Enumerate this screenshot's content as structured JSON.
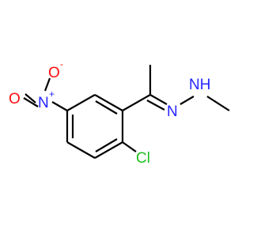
{
  "molecule": {
    "atoms": [
      {
        "id": "N_nitro",
        "symbol": "N",
        "charge": "+"
      },
      {
        "id": "O_top",
        "symbol": "O",
        "charge": "-"
      },
      {
        "id": "O_bottom",
        "symbol": "O"
      },
      {
        "id": "Cl",
        "symbol": "Cl"
      },
      {
        "id": "N_imine",
        "symbol": "N"
      },
      {
        "id": "NH",
        "symbol": "NH"
      }
    ]
  },
  "colors": {
    "bond": "#000000",
    "nitrogen": "#2323ff",
    "oxygen": "#ff0d0d",
    "chlorine": "#1fbf1f"
  }
}
